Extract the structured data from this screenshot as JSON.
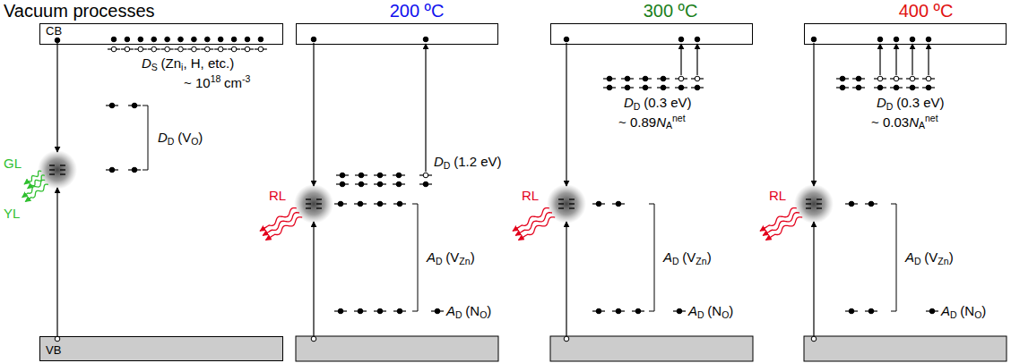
{
  "diagram": {
    "nodes": [
      {
        "text": [
          "CB"
        ]
      },
      {
        "text": [
          "VB"
        ]
      }
    ],
    "labels": [
      "Vacuum processes",
      "200 ºC",
      "300 ºC",
      "400 ºC",
      "D",
      "S",
      "(Zn",
      "i",
      ", H, etc.)",
      "~ 10",
      "18",
      "cm",
      "-3",
      "D",
      "D",
      "(V",
      "O",
      ")",
      "GL",
      "YL",
      "D",
      "D",
      "(1.2 eV)",
      "RL",
      "A",
      "D",
      "(V",
      "Zn",
      ")",
      "A",
      "D",
      "(N",
      "O",
      ")",
      "D",
      "D",
      "(0.3 eV)",
      "~ 0.89",
      "N",
      "A",
      "net",
      "RL",
      "A",
      "D",
      "(V",
      "Zn",
      ")",
      "A",
      "D",
      "(N",
      "O",
      ")",
      "D",
      "D",
      "(0.3 eV)",
      "~ 0.03",
      "N",
      "A",
      "net",
      "RL",
      "A",
      "D",
      "(V",
      "Zn",
      ")",
      "A",
      "D",
      "(N",
      "O",
      ")"
    ]
  }
}
